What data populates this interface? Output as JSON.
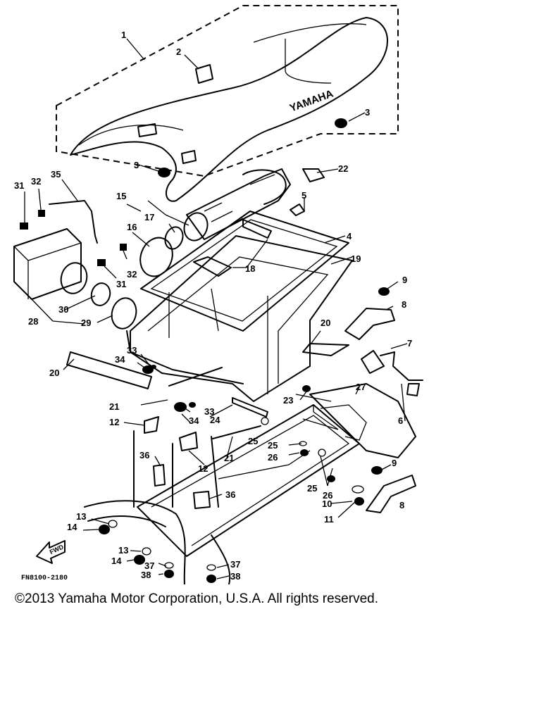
{
  "diagram": {
    "seat_brand": "YAMAHA",
    "fwd_label": "FWD",
    "figure_code": "FN8100-2180",
    "callouts": {
      "c1": "1",
      "c2": "2",
      "c3a": "3",
      "c3b": "3",
      "c4": "4",
      "c5": "5",
      "c6": "6",
      "c7": "7",
      "c8a": "8",
      "c8b": "8",
      "c9a": "9",
      "c9b": "9",
      "c10": "10",
      "c11": "11",
      "c12a": "12",
      "c12b": "12",
      "c13a": "13",
      "c13b": "13",
      "c14a": "14",
      "c14b": "14",
      "c15": "15",
      "c16": "16",
      "c17": "17",
      "c18": "18",
      "c19": "19",
      "c20a": "20",
      "c20b": "20",
      "c21a": "21",
      "c21b": "21",
      "c22": "22",
      "c23": "23",
      "c24": "24",
      "c25a": "25",
      "c25b": "25",
      "c25c": "25",
      "c26a": "26",
      "c26b": "26",
      "c27": "27",
      "c28": "28",
      "c29": "29",
      "c30": "30",
      "c31a": "31",
      "c31b": "31",
      "c32a": "32",
      "c32b": "32",
      "c33a": "33",
      "c33b": "33",
      "c34a": "34",
      "c34b": "34",
      "c35": "35",
      "c36a": "36",
      "c36b": "36",
      "c37a": "37",
      "c37b": "37",
      "c38a": "38",
      "c38b": "38"
    }
  },
  "footer": {
    "copyright": "©2013 Yamaha Motor Corporation, U.S.A. All rights reserved."
  }
}
